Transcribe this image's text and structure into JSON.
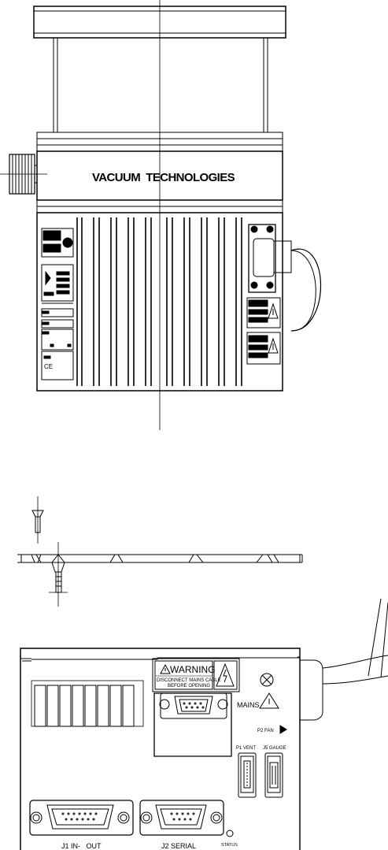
{
  "pump_view": {
    "brand_text": "VACUUM  TECHNOLOGIES"
  },
  "controller_panel": {
    "warning_title": "WARNING",
    "warning_line1": "DISCONNECT MAINS CABLE",
    "warning_line2": "BEFORE OPENING",
    "mains_label": "MAINS",
    "p2_fan_label": "P2 FAN",
    "p1_vent_label": "P1 VENT",
    "j5_gauge_label": "J5 GAUGE",
    "j1_label": "J1 IN-   OUT",
    "j2_label": "J2 SERIAL",
    "status_label": "STATUS"
  }
}
